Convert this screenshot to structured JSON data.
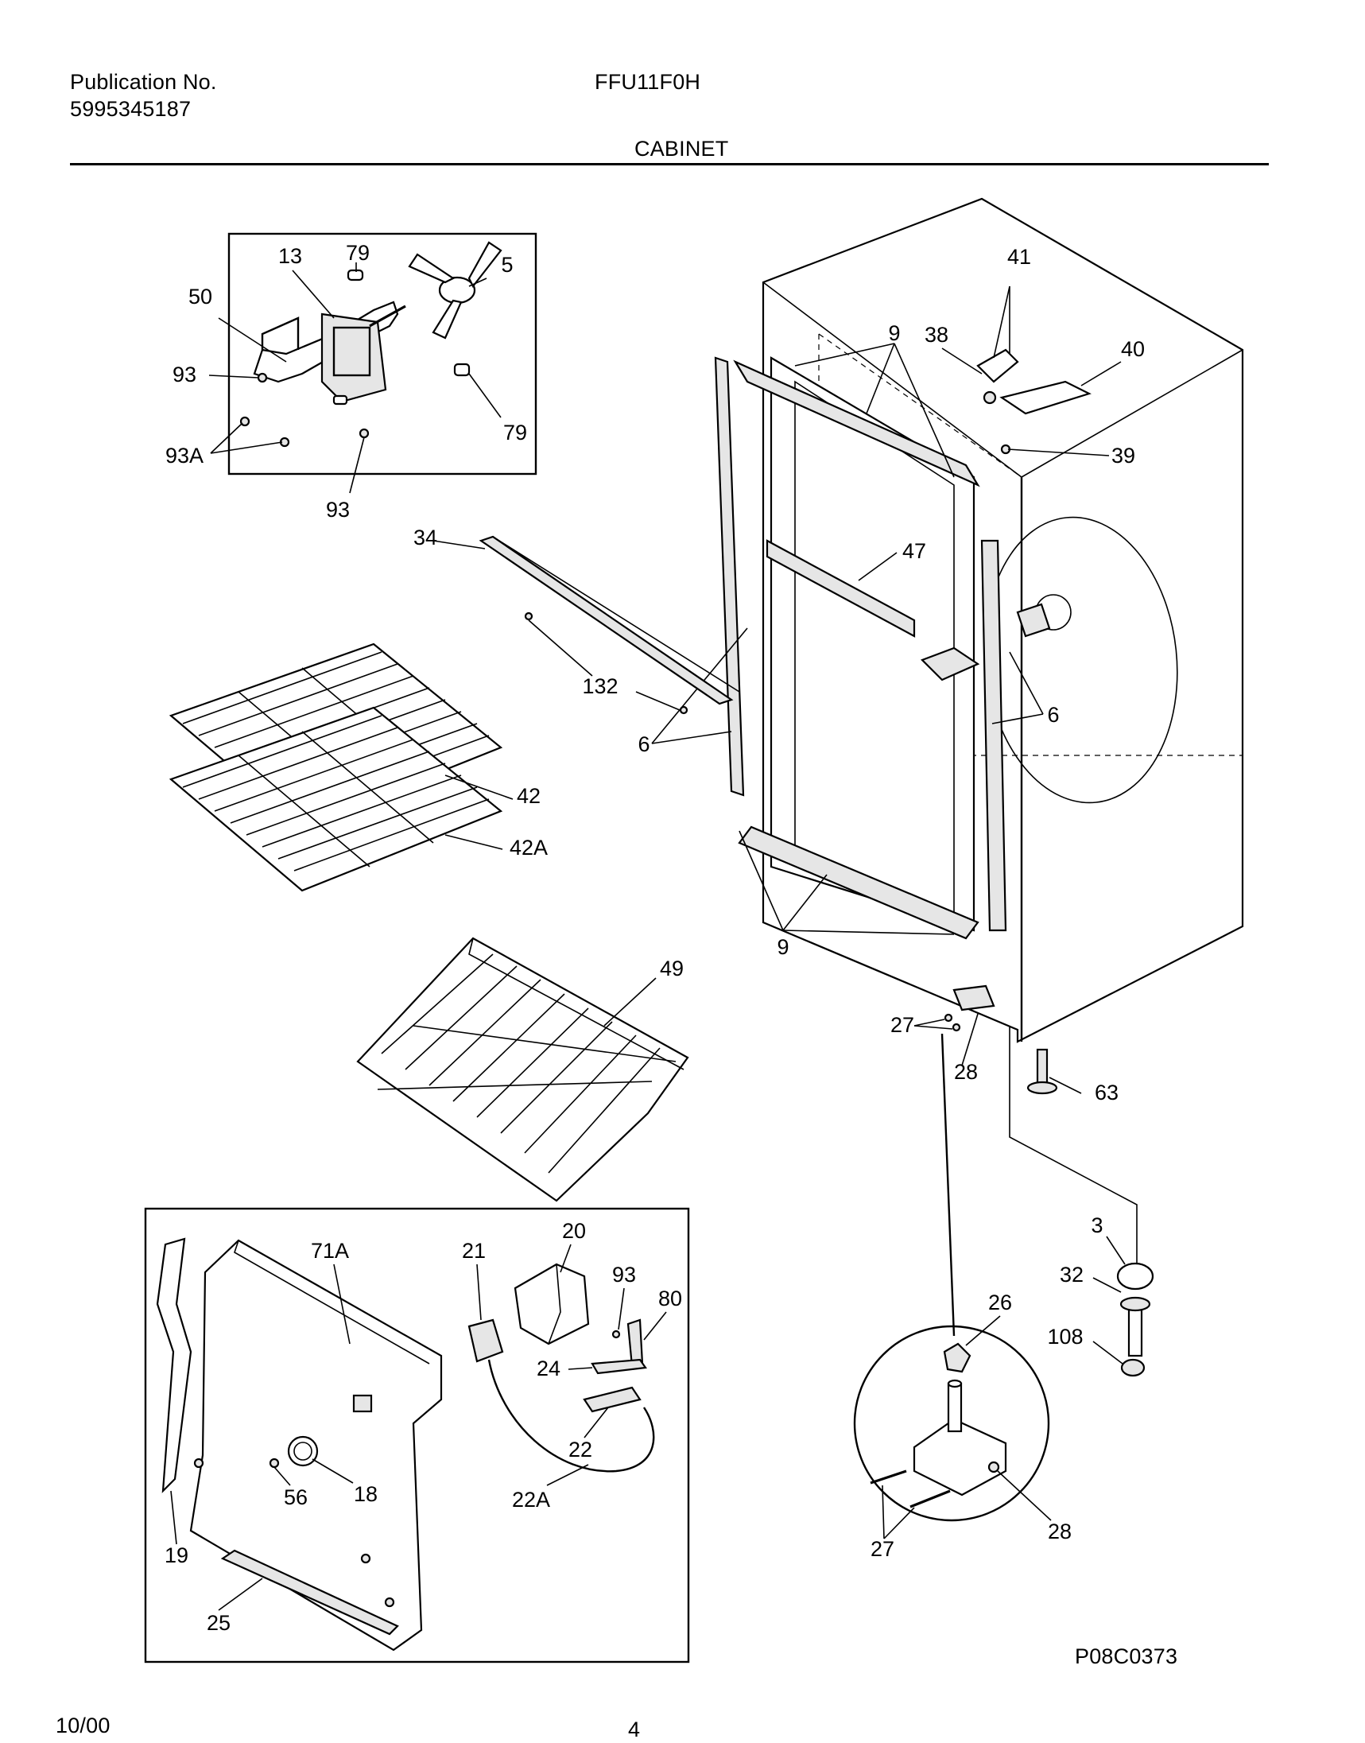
{
  "header": {
    "publication_label": "Publication No.",
    "publication_number": "5995345187",
    "model": "FFU11F0H",
    "section_title": "CABINET"
  },
  "footer": {
    "date": "10/00",
    "page": "4",
    "drawing_id": "P08C0373"
  },
  "callouts": {
    "c5": "5",
    "c13": "13",
    "c79a": "79",
    "c79b": "79",
    "c50": "50",
    "c93a": "93",
    "c93A": "93A",
    "c93b": "93",
    "c34": "34",
    "c132": "132",
    "c42": "42",
    "c42A": "42A",
    "c49": "49",
    "c9a": "9",
    "c9b": "9",
    "c38": "38",
    "c41": "41",
    "c40": "40",
    "c39": "39",
    "c47": "47",
    "c6a": "6",
    "c6b": "6",
    "c27a": "27",
    "c28a": "28",
    "c63": "63",
    "c3": "3",
    "c32": "32",
    "c108": "108",
    "c26": "26",
    "c28b": "28",
    "c27b": "27",
    "c71A": "71A",
    "c21": "21",
    "c20": "20",
    "c93c": "93",
    "c80": "80",
    "c24": "24",
    "c22": "22",
    "c22A": "22A",
    "c18": "18",
    "c56": "56",
    "c19": "19",
    "c25": "25"
  }
}
